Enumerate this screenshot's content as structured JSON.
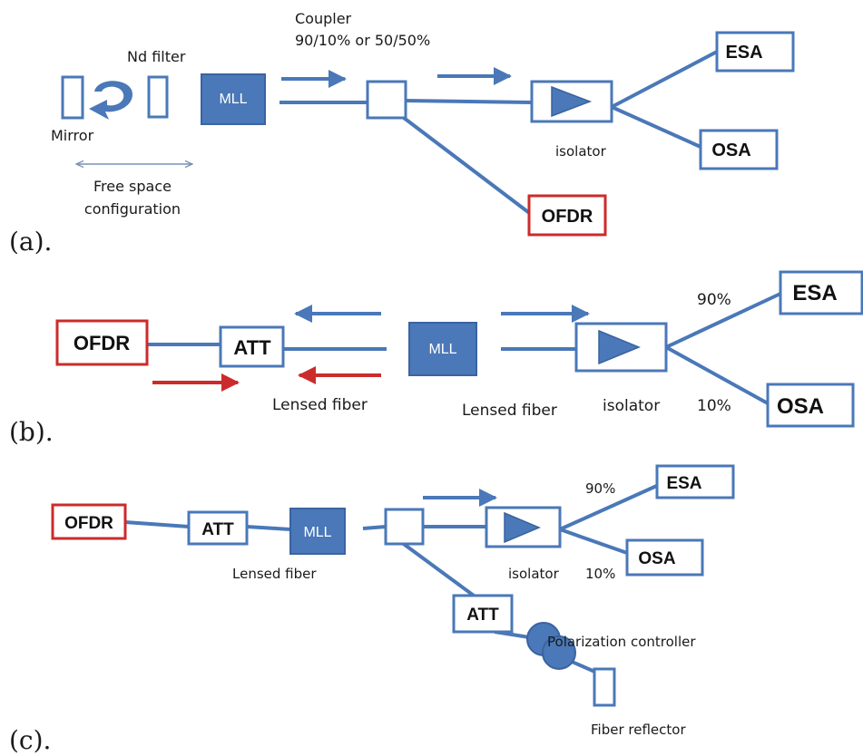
{
  "colors": {
    "line": "#4a78b8",
    "box_fill": "#4a78b8",
    "red": "#cc2b2b",
    "box_stroke": "#4a78b8"
  },
  "panel_a": {
    "panel_label": "(a).",
    "nd_filter": "Nd filter",
    "mirror": "Mirror",
    "free_space_line1": "Free space",
    "free_space_line2": "configuration",
    "mll": "MLL",
    "coupler_line1": "Coupler",
    "coupler_line2": "90/10% or 50/50%",
    "isolator": "isolator",
    "esa": "ESA",
    "osa": "OSA",
    "ofdr": "OFDR"
  },
  "panel_b": {
    "panel_label": "(b).",
    "ofdr": "OFDR",
    "att": "ATT",
    "mll": "MLL",
    "lensed_fiber_left": "Lensed fiber",
    "lensed_fiber_right": "Lensed fiber",
    "isolator": "isolator",
    "pct_90": "90%",
    "pct_10": "10%",
    "esa": "ESA",
    "osa": "OSA"
  },
  "panel_c": {
    "panel_label": "(c).",
    "ofdr": "OFDR",
    "att": "ATT",
    "mll": "MLL",
    "lensed_fiber": "Lensed fiber",
    "isolator": "isolator",
    "pct_90": "90%",
    "pct_10": "10%",
    "esa": "ESA",
    "osa": "OSA",
    "att2": "ATT",
    "polarization_controller": "Polarization controller",
    "fiber_reflector": "Fiber reflector"
  }
}
